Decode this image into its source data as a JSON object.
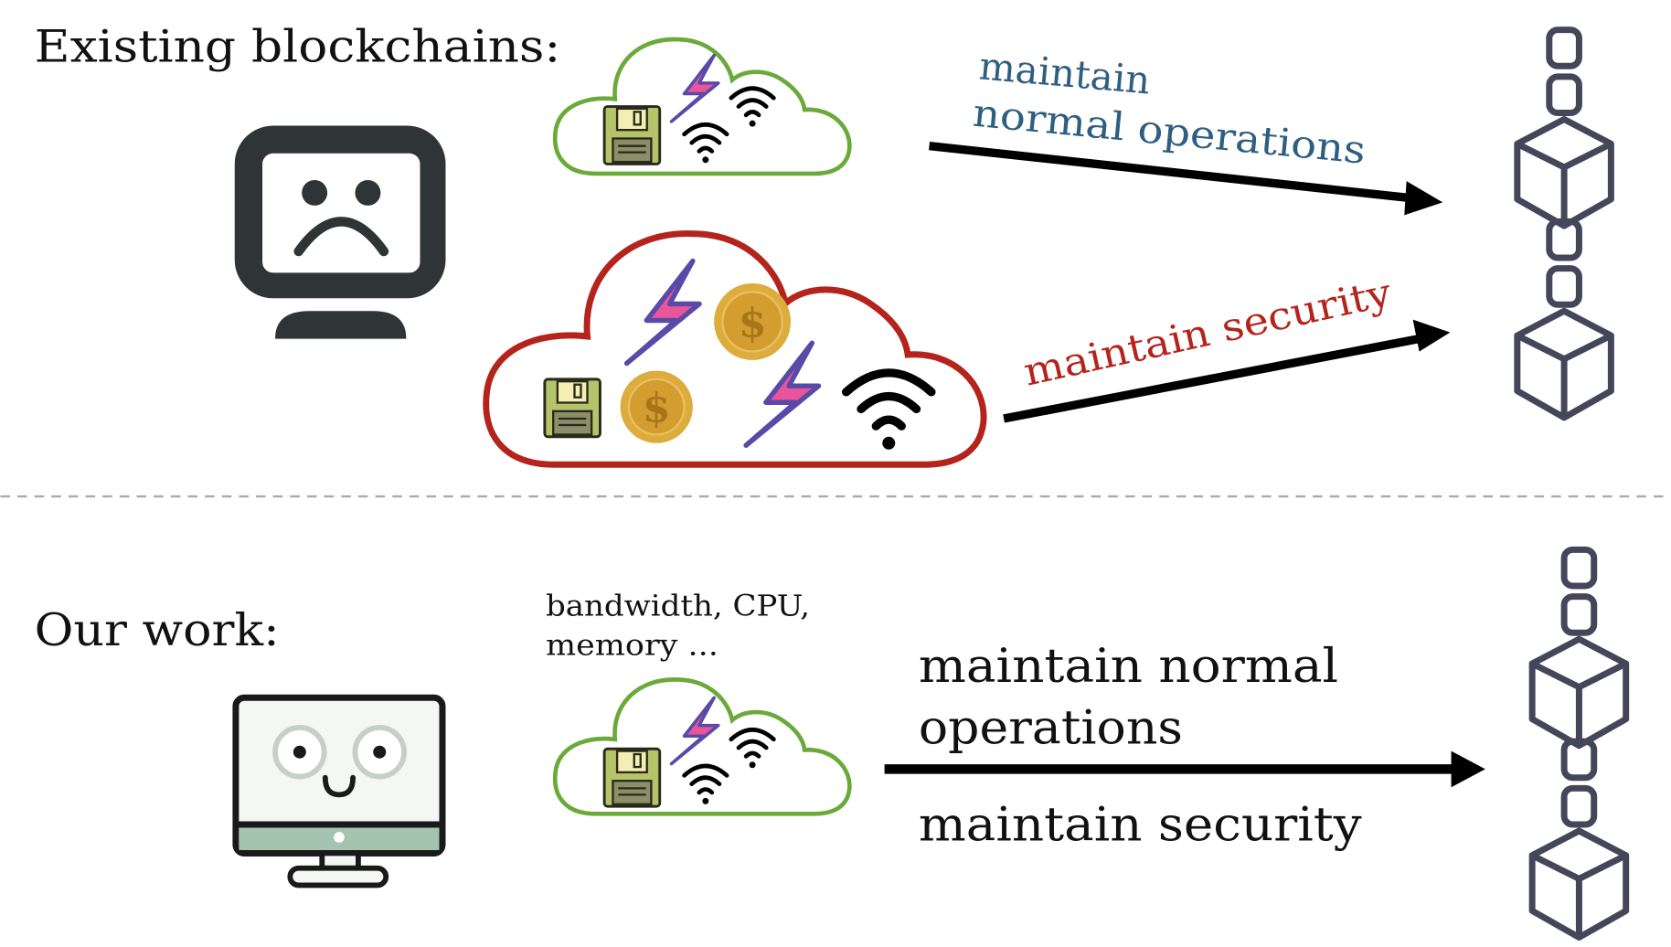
{
  "top": {
    "title": "Existing blockchains:",
    "arrow_normal_line1": "maintain",
    "arrow_normal_line2": "normal operations",
    "arrow_security": "maintain security"
  },
  "bottom": {
    "title": "Our work:",
    "resources_line1": "bandwidth, CPU,",
    "resources_line2": "memory ...",
    "label_normal_line1": "maintain normal",
    "label_normal_line2": "operations",
    "label_security": "maintain security"
  },
  "coin_symbol": "$",
  "colors": {
    "normal_text": "#2e5f80",
    "security_text": "#b5241c",
    "green_cloud": "#6aaa3a",
    "red_cloud": "#b5241c",
    "chain": "#44475a",
    "lightning": "#e8559a",
    "lightning_outline": "#5a4aa8",
    "coin": "#dcac3c"
  },
  "icons": [
    "sad-computer-icon",
    "happy-computer-icon",
    "cloud-icon",
    "floppy-disk-icon",
    "lightning-icon",
    "wifi-icon",
    "coin-icon",
    "blockchain-icon"
  ]
}
